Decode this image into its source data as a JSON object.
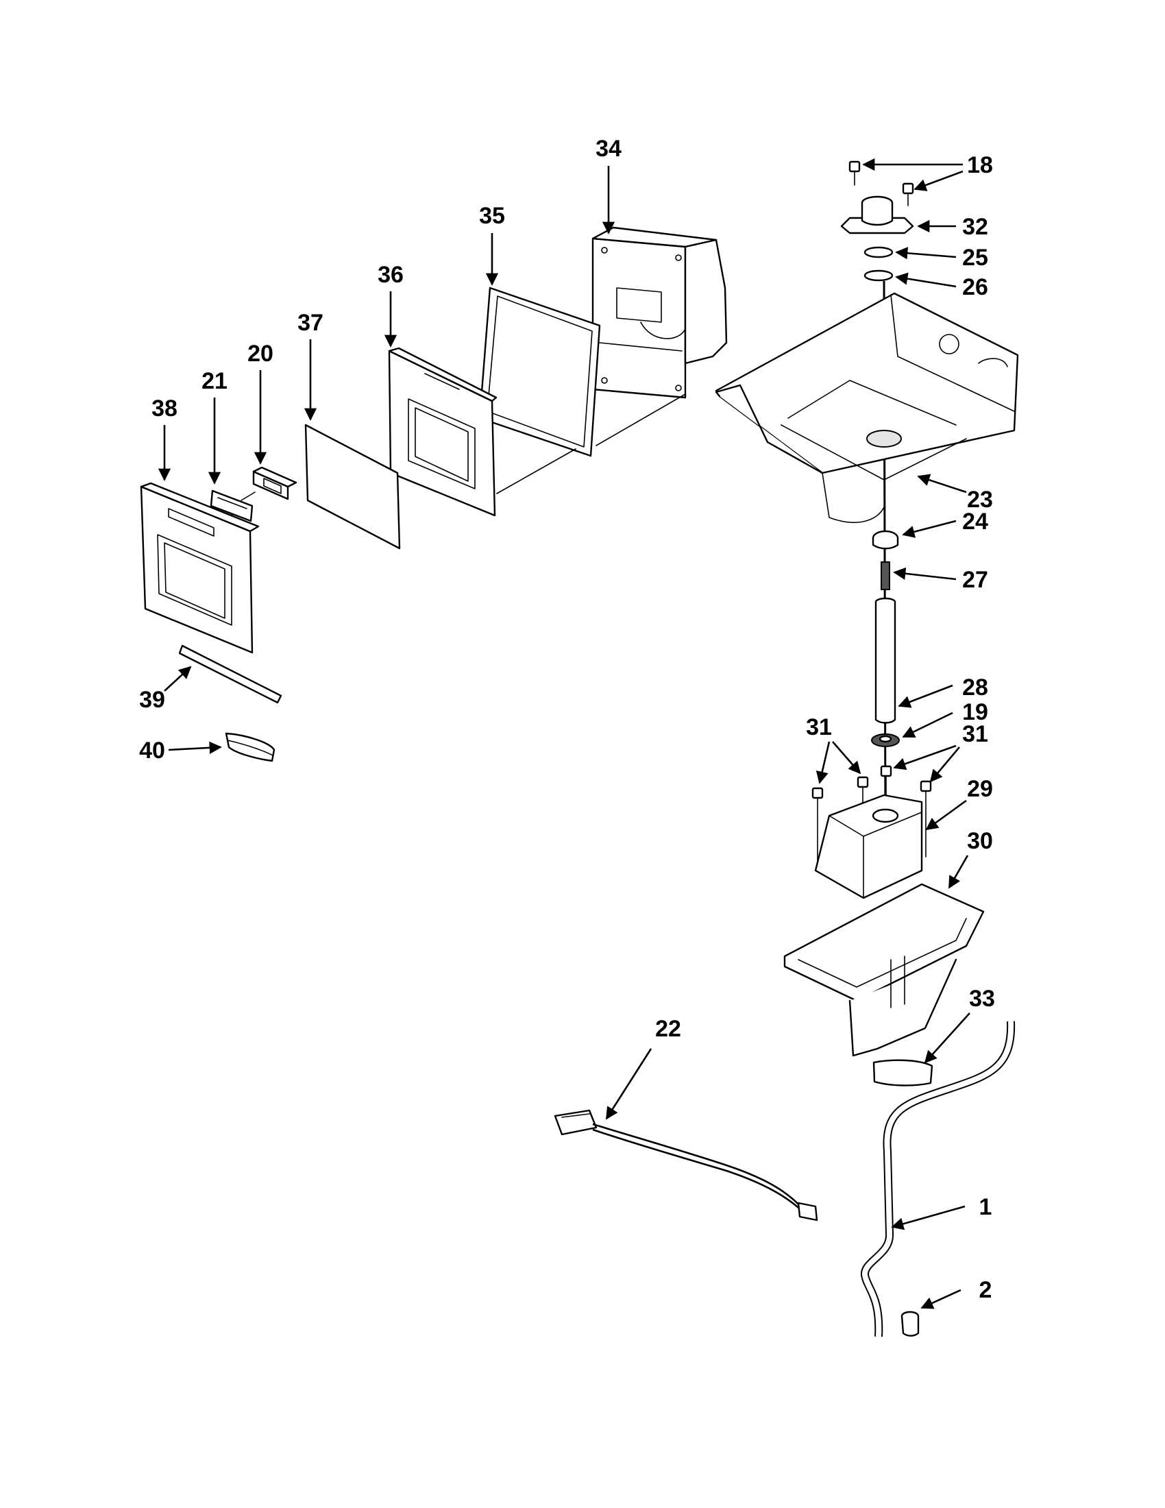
{
  "callouts": [
    {
      "id": "c34",
      "text": "34"
    },
    {
      "id": "c35",
      "text": "35"
    },
    {
      "id": "c36",
      "text": "36"
    },
    {
      "id": "c37",
      "text": "37"
    },
    {
      "id": "c20",
      "text": "20"
    },
    {
      "id": "c21",
      "text": "21"
    },
    {
      "id": "c38",
      "text": "38"
    },
    {
      "id": "c39",
      "text": "39"
    },
    {
      "id": "c40",
      "text": "40"
    },
    {
      "id": "c18",
      "text": "18"
    },
    {
      "id": "c32",
      "text": "32"
    },
    {
      "id": "c25",
      "text": "25"
    },
    {
      "id": "c26",
      "text": "26"
    },
    {
      "id": "c23",
      "text": "23"
    },
    {
      "id": "c24",
      "text": "24"
    },
    {
      "id": "c27",
      "text": "27"
    },
    {
      "id": "c28",
      "text": "28"
    },
    {
      "id": "c19",
      "text": "19"
    },
    {
      "id": "c31a",
      "text": "31"
    },
    {
      "id": "c31b",
      "text": "31"
    },
    {
      "id": "c29",
      "text": "29"
    },
    {
      "id": "c30",
      "text": "30"
    },
    {
      "id": "c33",
      "text": "33"
    },
    {
      "id": "c22",
      "text": "22"
    },
    {
      "id": "c1",
      "text": "1"
    },
    {
      "id": "c2",
      "text": "2"
    }
  ]
}
